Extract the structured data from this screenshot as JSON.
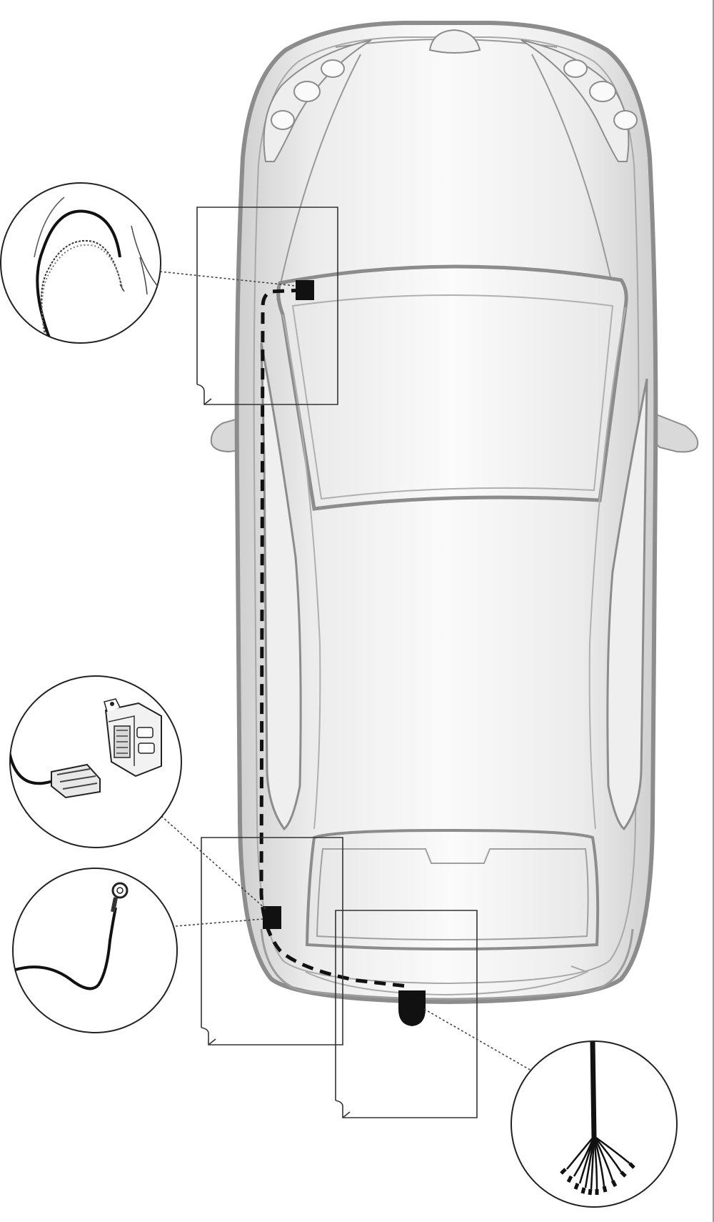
{
  "diagram": {
    "kind": "installation-diagram",
    "subject": "car-top-view",
    "harness_style": "dashed-black",
    "colors": {
      "car_body": "#e4e4e4",
      "car_outline": "#8c8c8c",
      "glass": "#f7f7f7",
      "harness": "#111111",
      "lines": "#333333"
    },
    "detail_callouts": [
      {
        "id": "wires-detail",
        "icon": "twisted-wires-icon"
      },
      {
        "id": "module-connector-detail",
        "icon": "module-connector-icon"
      },
      {
        "id": "ground-terminal-detail",
        "icon": "ring-terminal-icon"
      },
      {
        "id": "wire-bundle-detail",
        "icon": "wire-bundle-icon"
      }
    ],
    "components": [
      {
        "id": "front-connector",
        "icon": "connector-block-icon"
      },
      {
        "id": "rear-module",
        "icon": "module-block-icon"
      },
      {
        "id": "tow-socket",
        "icon": "socket-icon"
      }
    ]
  }
}
